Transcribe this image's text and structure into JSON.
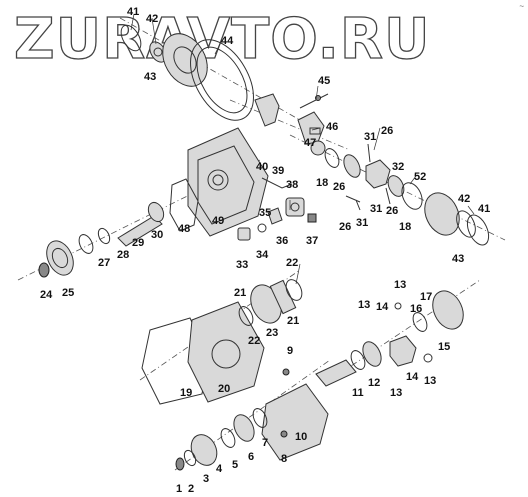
{
  "watermark": {
    "text": "ZURAVTO.RU"
  },
  "corner_mark": "~",
  "callouts": [
    {
      "id": "41a",
      "text": "41"
    },
    {
      "id": "42a",
      "text": "42"
    },
    {
      "id": "44",
      "text": "44"
    },
    {
      "id": "43a",
      "text": "43"
    },
    {
      "id": "45",
      "text": "45"
    },
    {
      "id": "46",
      "text": "46"
    },
    {
      "id": "47",
      "text": "47"
    },
    {
      "id": "31a",
      "text": "31"
    },
    {
      "id": "26a",
      "text": "26"
    },
    {
      "id": "40",
      "text": "40"
    },
    {
      "id": "39",
      "text": "39"
    },
    {
      "id": "38",
      "text": "38"
    },
    {
      "id": "32",
      "text": "32"
    },
    {
      "id": "18a",
      "text": "18"
    },
    {
      "id": "26b",
      "text": "26"
    },
    {
      "id": "52",
      "text": "52"
    },
    {
      "id": "42b",
      "text": "42"
    },
    {
      "id": "41b",
      "text": "41"
    },
    {
      "id": "31b",
      "text": "31"
    },
    {
      "id": "26c",
      "text": "26"
    },
    {
      "id": "26d",
      "text": "26"
    },
    {
      "id": "31c",
      "text": "31"
    },
    {
      "id": "18b",
      "text": "18"
    },
    {
      "id": "43b",
      "text": "43"
    },
    {
      "id": "35",
      "text": "35"
    },
    {
      "id": "36",
      "text": "36"
    },
    {
      "id": "37",
      "text": "37"
    },
    {
      "id": "49",
      "text": "49"
    },
    {
      "id": "48",
      "text": "48"
    },
    {
      "id": "30",
      "text": "30"
    },
    {
      "id": "29",
      "text": "29"
    },
    {
      "id": "28",
      "text": "28"
    },
    {
      "id": "27",
      "text": "27"
    },
    {
      "id": "33",
      "text": "33"
    },
    {
      "id": "34",
      "text": "34"
    },
    {
      "id": "24",
      "text": "24"
    },
    {
      "id": "25",
      "text": "25"
    },
    {
      "id": "22a",
      "text": "22"
    },
    {
      "id": "21a",
      "text": "21"
    },
    {
      "id": "21b",
      "text": "21"
    },
    {
      "id": "23",
      "text": "23"
    },
    {
      "id": "22b",
      "text": "22"
    },
    {
      "id": "13a",
      "text": "13"
    },
    {
      "id": "17",
      "text": "17"
    },
    {
      "id": "13b",
      "text": "13"
    },
    {
      "id": "14a",
      "text": "14"
    },
    {
      "id": "16",
      "text": "16"
    },
    {
      "id": "15",
      "text": "15"
    },
    {
      "id": "12",
      "text": "12"
    },
    {
      "id": "11",
      "text": "11"
    },
    {
      "id": "13c",
      "text": "13"
    },
    {
      "id": "14b",
      "text": "14"
    },
    {
      "id": "13d",
      "text": "13"
    },
    {
      "id": "9",
      "text": "9"
    },
    {
      "id": "19",
      "text": "19"
    },
    {
      "id": "20",
      "text": "20"
    },
    {
      "id": "10",
      "text": "10"
    },
    {
      "id": "7",
      "text": "7"
    },
    {
      "id": "6",
      "text": "6"
    },
    {
      "id": "5",
      "text": "5"
    },
    {
      "id": "4",
      "text": "4"
    },
    {
      "id": "8",
      "text": "8"
    },
    {
      "id": "3",
      "text": "3"
    },
    {
      "id": "1",
      "text": "1"
    },
    {
      "id": "2",
      "text": "2"
    }
  ]
}
